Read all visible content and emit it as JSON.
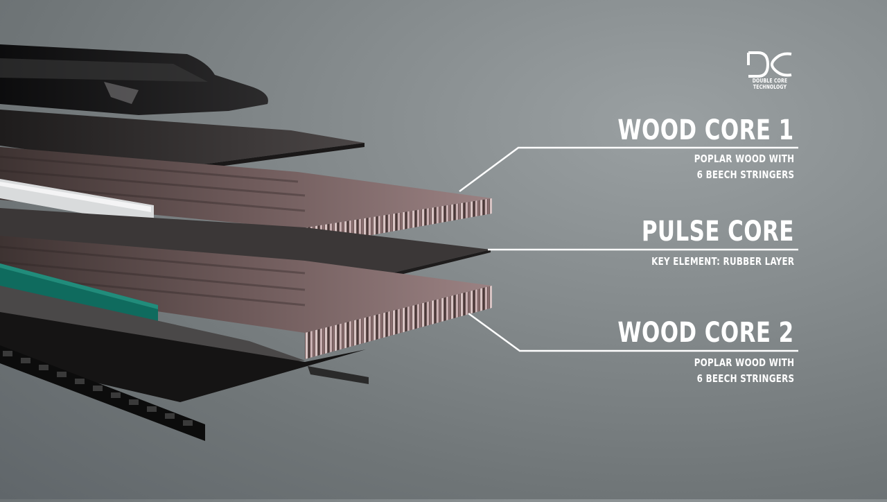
{
  "logo": {
    "mark": "DC",
    "line1": "DOUBLE CORE",
    "line2": "TECHNOLOGY"
  },
  "layers": [
    {
      "title": "WOOD CORE 1",
      "desc_line1": "POPLAR WOOD WITH",
      "desc_line2": "6 BEECH STRINGERS"
    },
    {
      "title": "PULSE CORE",
      "desc_line1": "KEY ELEMENT: RUBBER LAYER",
      "desc_line2": ""
    },
    {
      "title": "WOOD CORE 2",
      "desc_line1": "POPLAR WOOD WITH",
      "desc_line2": "6 BEECH STRINGERS"
    }
  ],
  "colors": {
    "background": "#858b8d",
    "text": "#ffffff",
    "wood_dark": "#4a3b38",
    "wood_light": "#c9aeb0",
    "green_strip": "#0f6b5e",
    "rubber": "#3a3636"
  }
}
